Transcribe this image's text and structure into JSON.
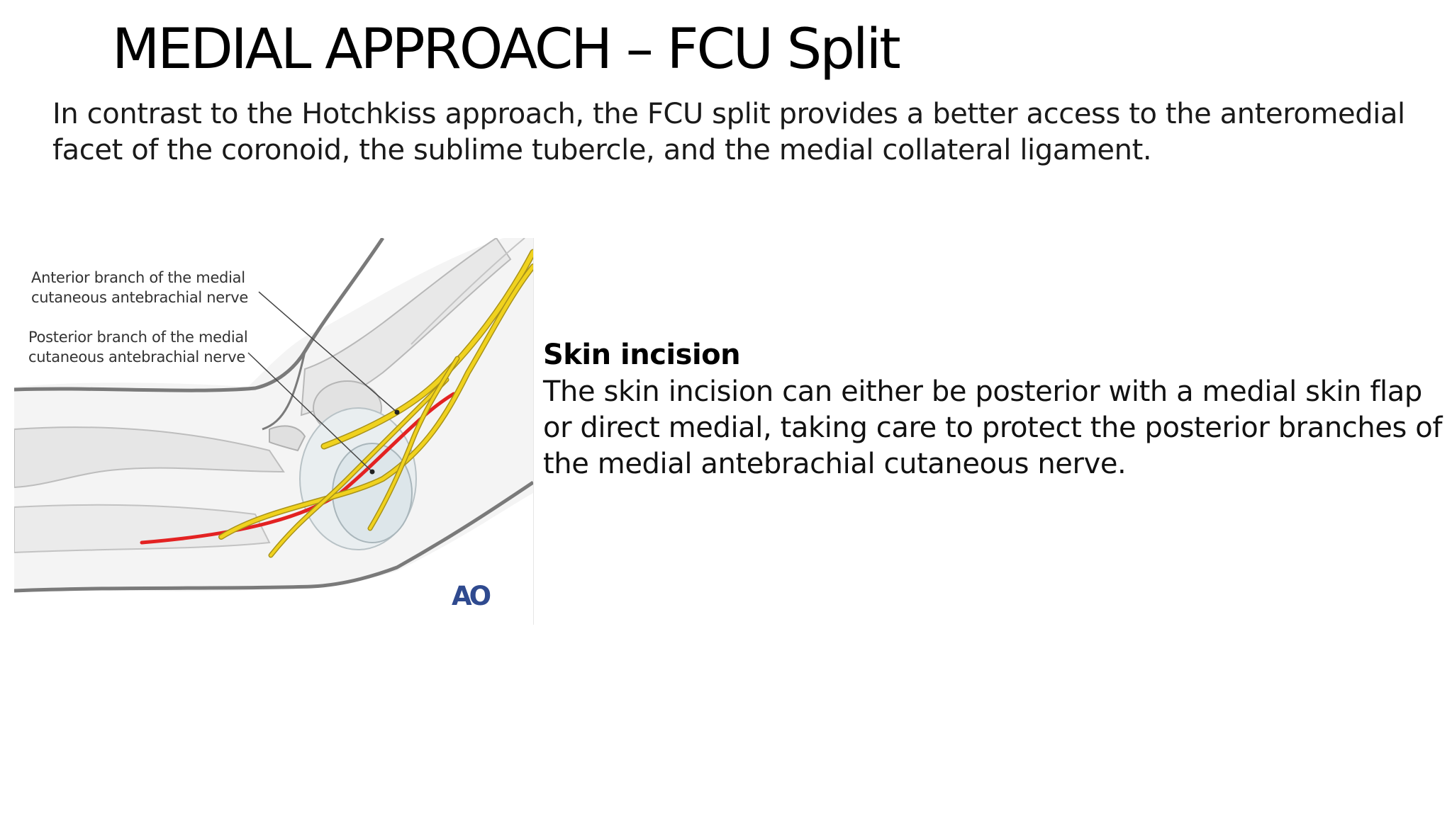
{
  "slide": {
    "title": "MEDIAL APPROACH – FCU Split",
    "intro": "In contrast to the Hotchkiss approach, the FCU split provides a better access to the anteromedial facet of the coronoid, the sublime tubercle, and the medial collateral ligament."
  },
  "figure": {
    "label_anterior_line1": "Anterior branch of the medial",
    "label_anterior_line2": "cutaneous antebrachial nerve",
    "label_posterior_line1": "Posterior branch of the medial",
    "label_posterior_line2": "cutaneous antebrachial nerve",
    "logo_text": "AO",
    "colors": {
      "nerve": "#f0d21e",
      "nerve_outline": "#a8921a",
      "incision": "#e32222",
      "skin_outline": "#7a7a7a",
      "bone_fill": "#ececec",
      "logo": "#2f4a8f"
    }
  },
  "section": {
    "heading": "Skin incision",
    "body": "The skin incision can either be posterior with a medial skin flap or direct medial, taking care to protect the posterior branches of the medial antebrachial cutaneous nerve."
  }
}
